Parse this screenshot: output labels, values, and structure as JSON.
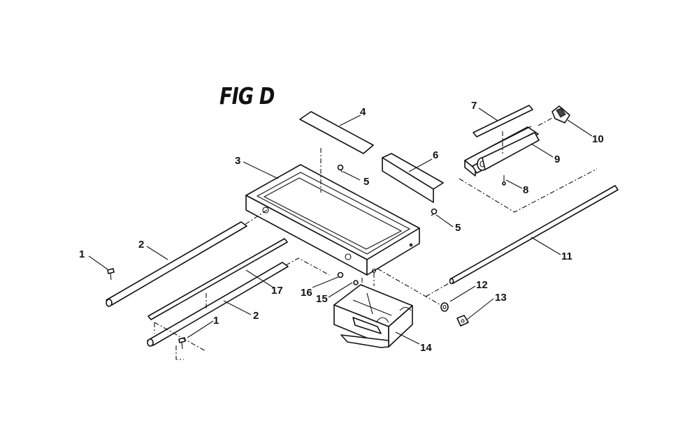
{
  "figure": {
    "title": "FIG D"
  },
  "callouts": [
    "1",
    "2",
    "3",
    "4",
    "5",
    "5",
    "6",
    "7",
    "8",
    "9",
    "10",
    "11",
    "12",
    "13",
    "14",
    "15",
    "16",
    "17",
    "2",
    "1"
  ]
}
